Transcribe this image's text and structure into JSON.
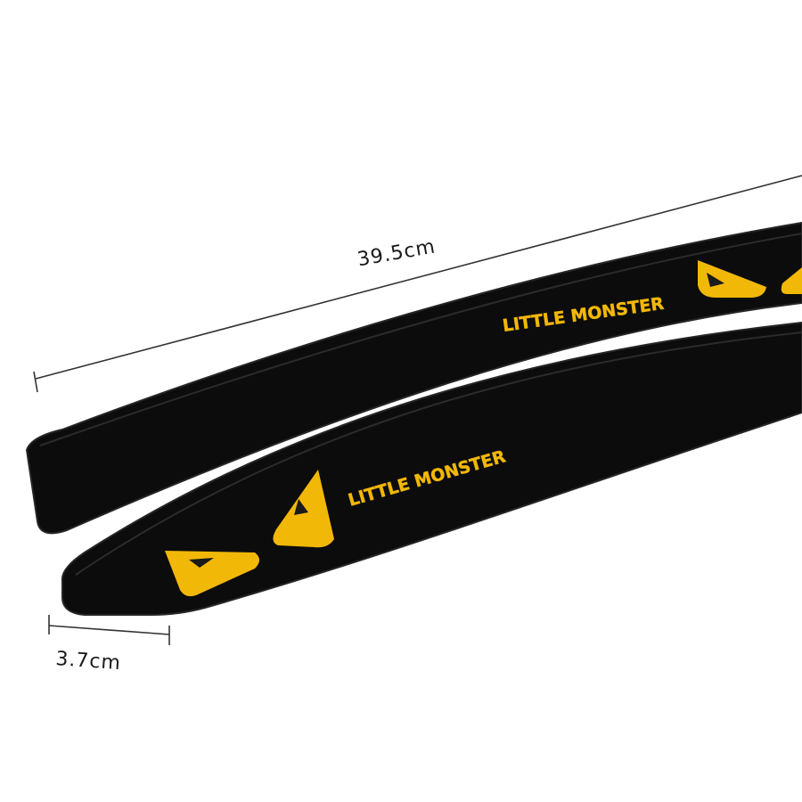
{
  "product": {
    "brand_text_top": "LITTLE MONSTER",
    "brand_text_bottom": "LITTLE MONSTER"
  },
  "dimensions": {
    "length_label": "39.5cm",
    "width_label": "3.7cm"
  },
  "colors": {
    "strip_black": "#0c0c0c",
    "strip_edge": "#262626",
    "accent_yellow": "#f2b807",
    "eye_pupil": "#1a1a1a",
    "dimension_line": "#333333"
  },
  "icons": [
    "monster-eye-icon"
  ]
}
